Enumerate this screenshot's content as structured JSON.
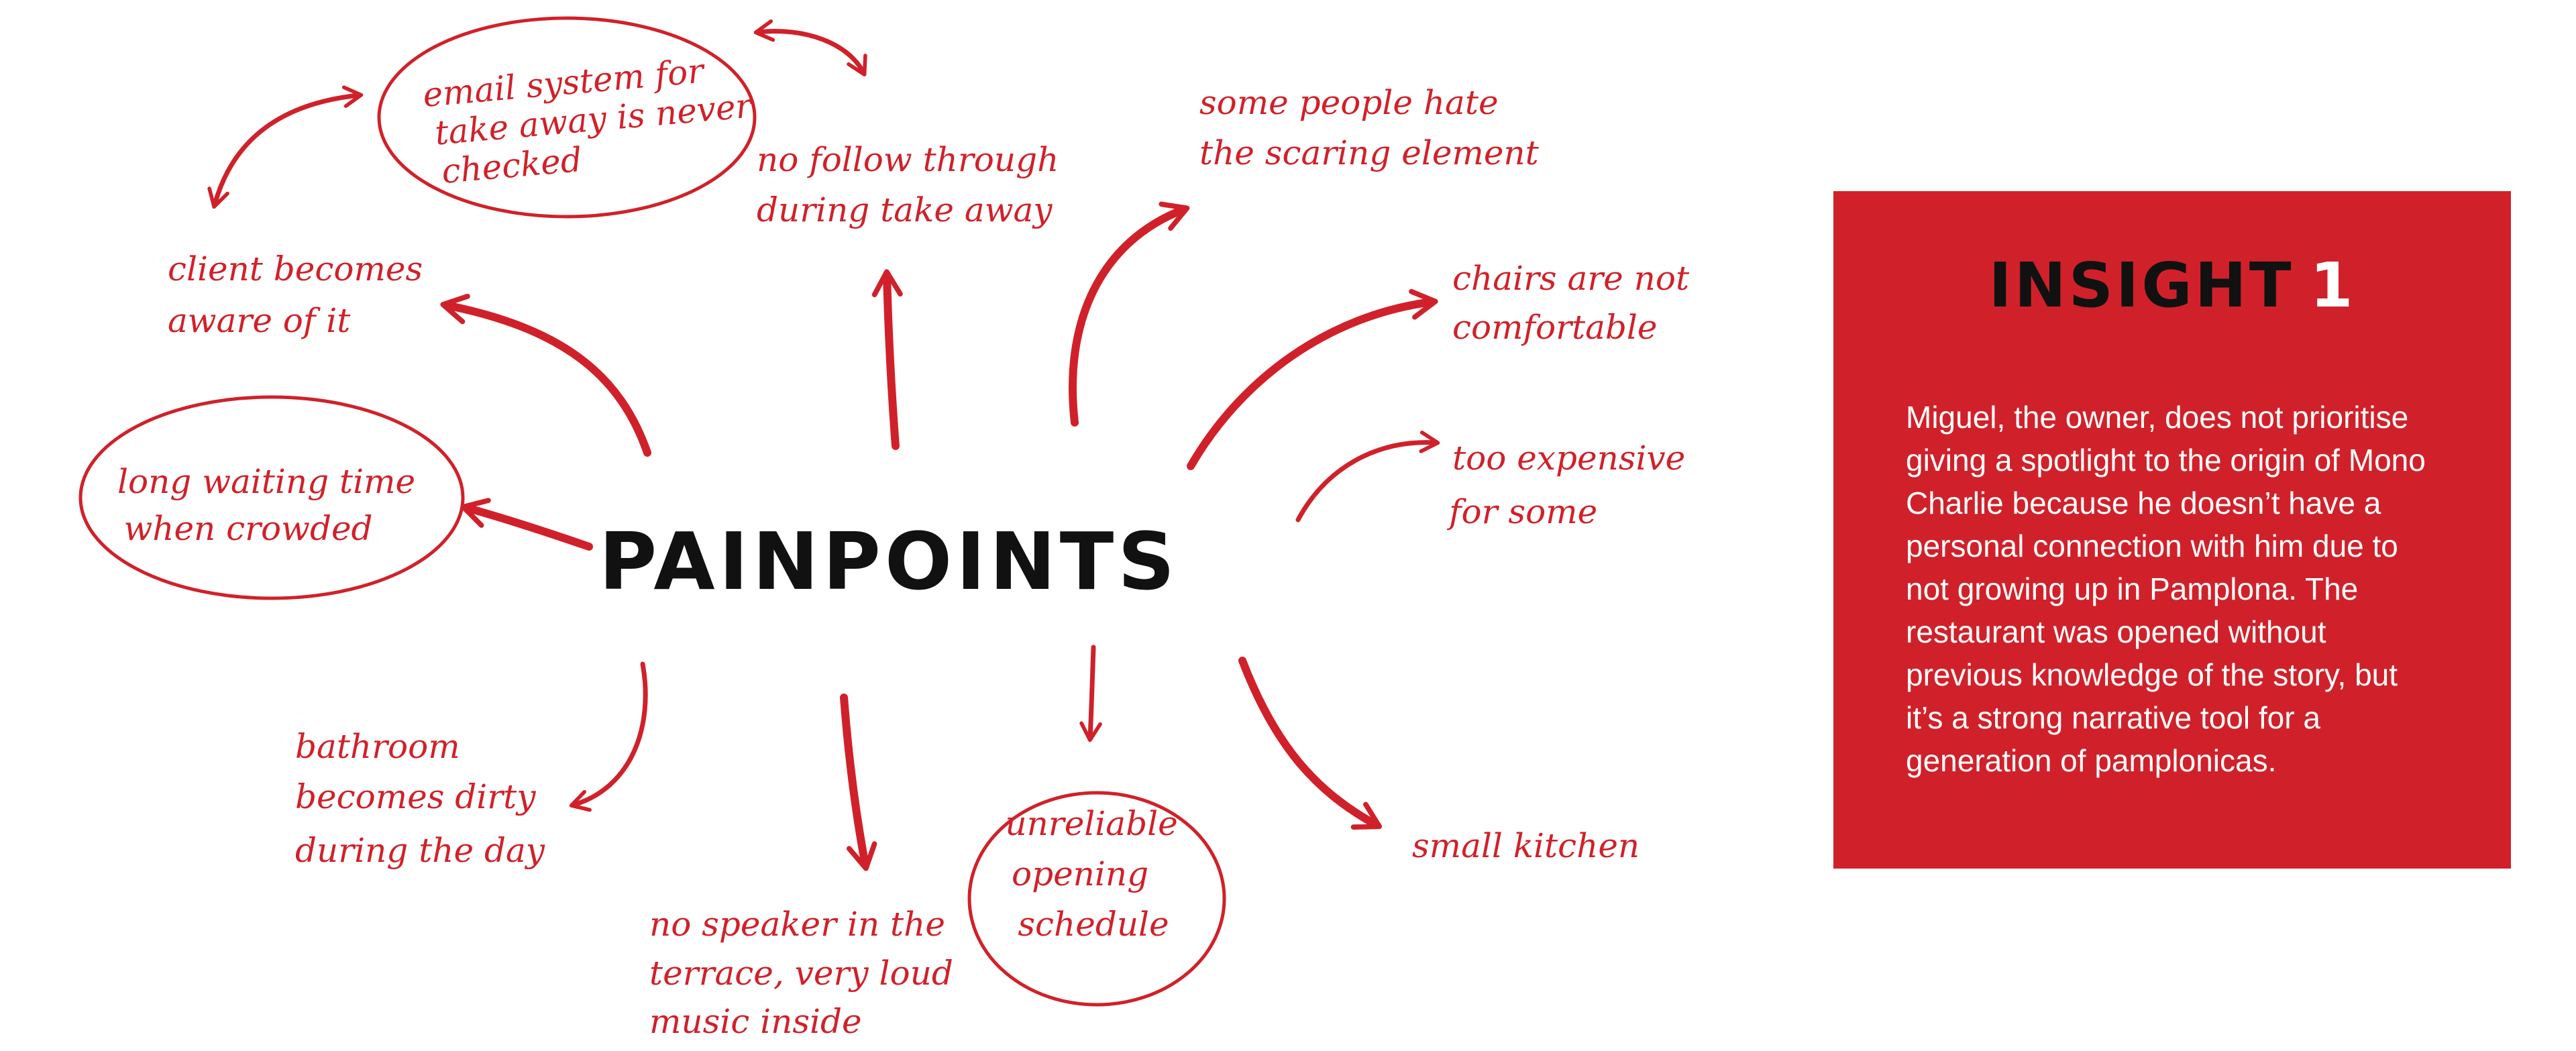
{
  "diagram": {
    "center_label": "PAINPOINTS",
    "notes": [
      {
        "id": "email",
        "lines": [
          "email system for",
          "take away is never",
          "checked"
        ]
      },
      {
        "id": "followthrough",
        "lines": [
          "no follow through",
          "during take away"
        ]
      },
      {
        "id": "scaring",
        "lines": [
          "some people hate",
          "the scaring element"
        ]
      },
      {
        "id": "chairs",
        "lines": [
          "chairs are not",
          "comfortable"
        ]
      },
      {
        "id": "expensive",
        "lines": [
          "too expensive",
          "for some"
        ]
      },
      {
        "id": "kitchen",
        "lines": [
          "small kitchen"
        ]
      },
      {
        "id": "schedule",
        "lines": [
          "unreliable",
          "opening",
          "schedule"
        ]
      },
      {
        "id": "speaker",
        "lines": [
          "no speaker in the",
          "terrace, very loud",
          "music inside"
        ]
      },
      {
        "id": "bathroom",
        "lines": [
          "bathroom",
          "becomes dirty",
          "during the day"
        ]
      },
      {
        "id": "waiting",
        "lines": [
          "long waiting time",
          "when crowded"
        ]
      },
      {
        "id": "aware",
        "lines": [
          "client becomes",
          "aware of it"
        ]
      }
    ]
  },
  "insight": {
    "title_word": "INSIGHT",
    "title_number": "1",
    "body": "Miguel, the owner, does not prioritise giving a spotlight to the origin of Mono Charlie because he doesn’t have a personal connection with him due to not growing up in Pamplona. The restaurant was opened without previous knowledge of the story, but it’s a strong narrative tool for a generation of pamplonicas."
  },
  "colors": {
    "accent": "#d0212a",
    "text_dark": "#111111",
    "text_light": "#ffffff",
    "background": "#ffffff"
  }
}
